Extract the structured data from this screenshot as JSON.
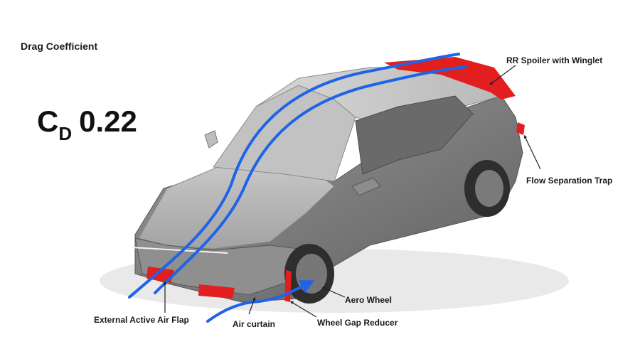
{
  "title": "Drag Coefficient",
  "cd": {
    "symbol": "C",
    "subscript": "D",
    "value": "0.22"
  },
  "labels": {
    "rr_spoiler": "RR Spoiler with Winglet",
    "flow_separation": "Flow Separation Trap",
    "aero_wheel": "Aero Wheel",
    "wheel_gap": "Wheel Gap Reducer",
    "air_flap": "External Active Air Flap",
    "air_curtain": "Air curtain"
  },
  "colors": {
    "airflow": "#1f63e6",
    "highlight": "#e21e1e",
    "body": "#7c7c7c",
    "roof": "#cfcfcf"
  }
}
